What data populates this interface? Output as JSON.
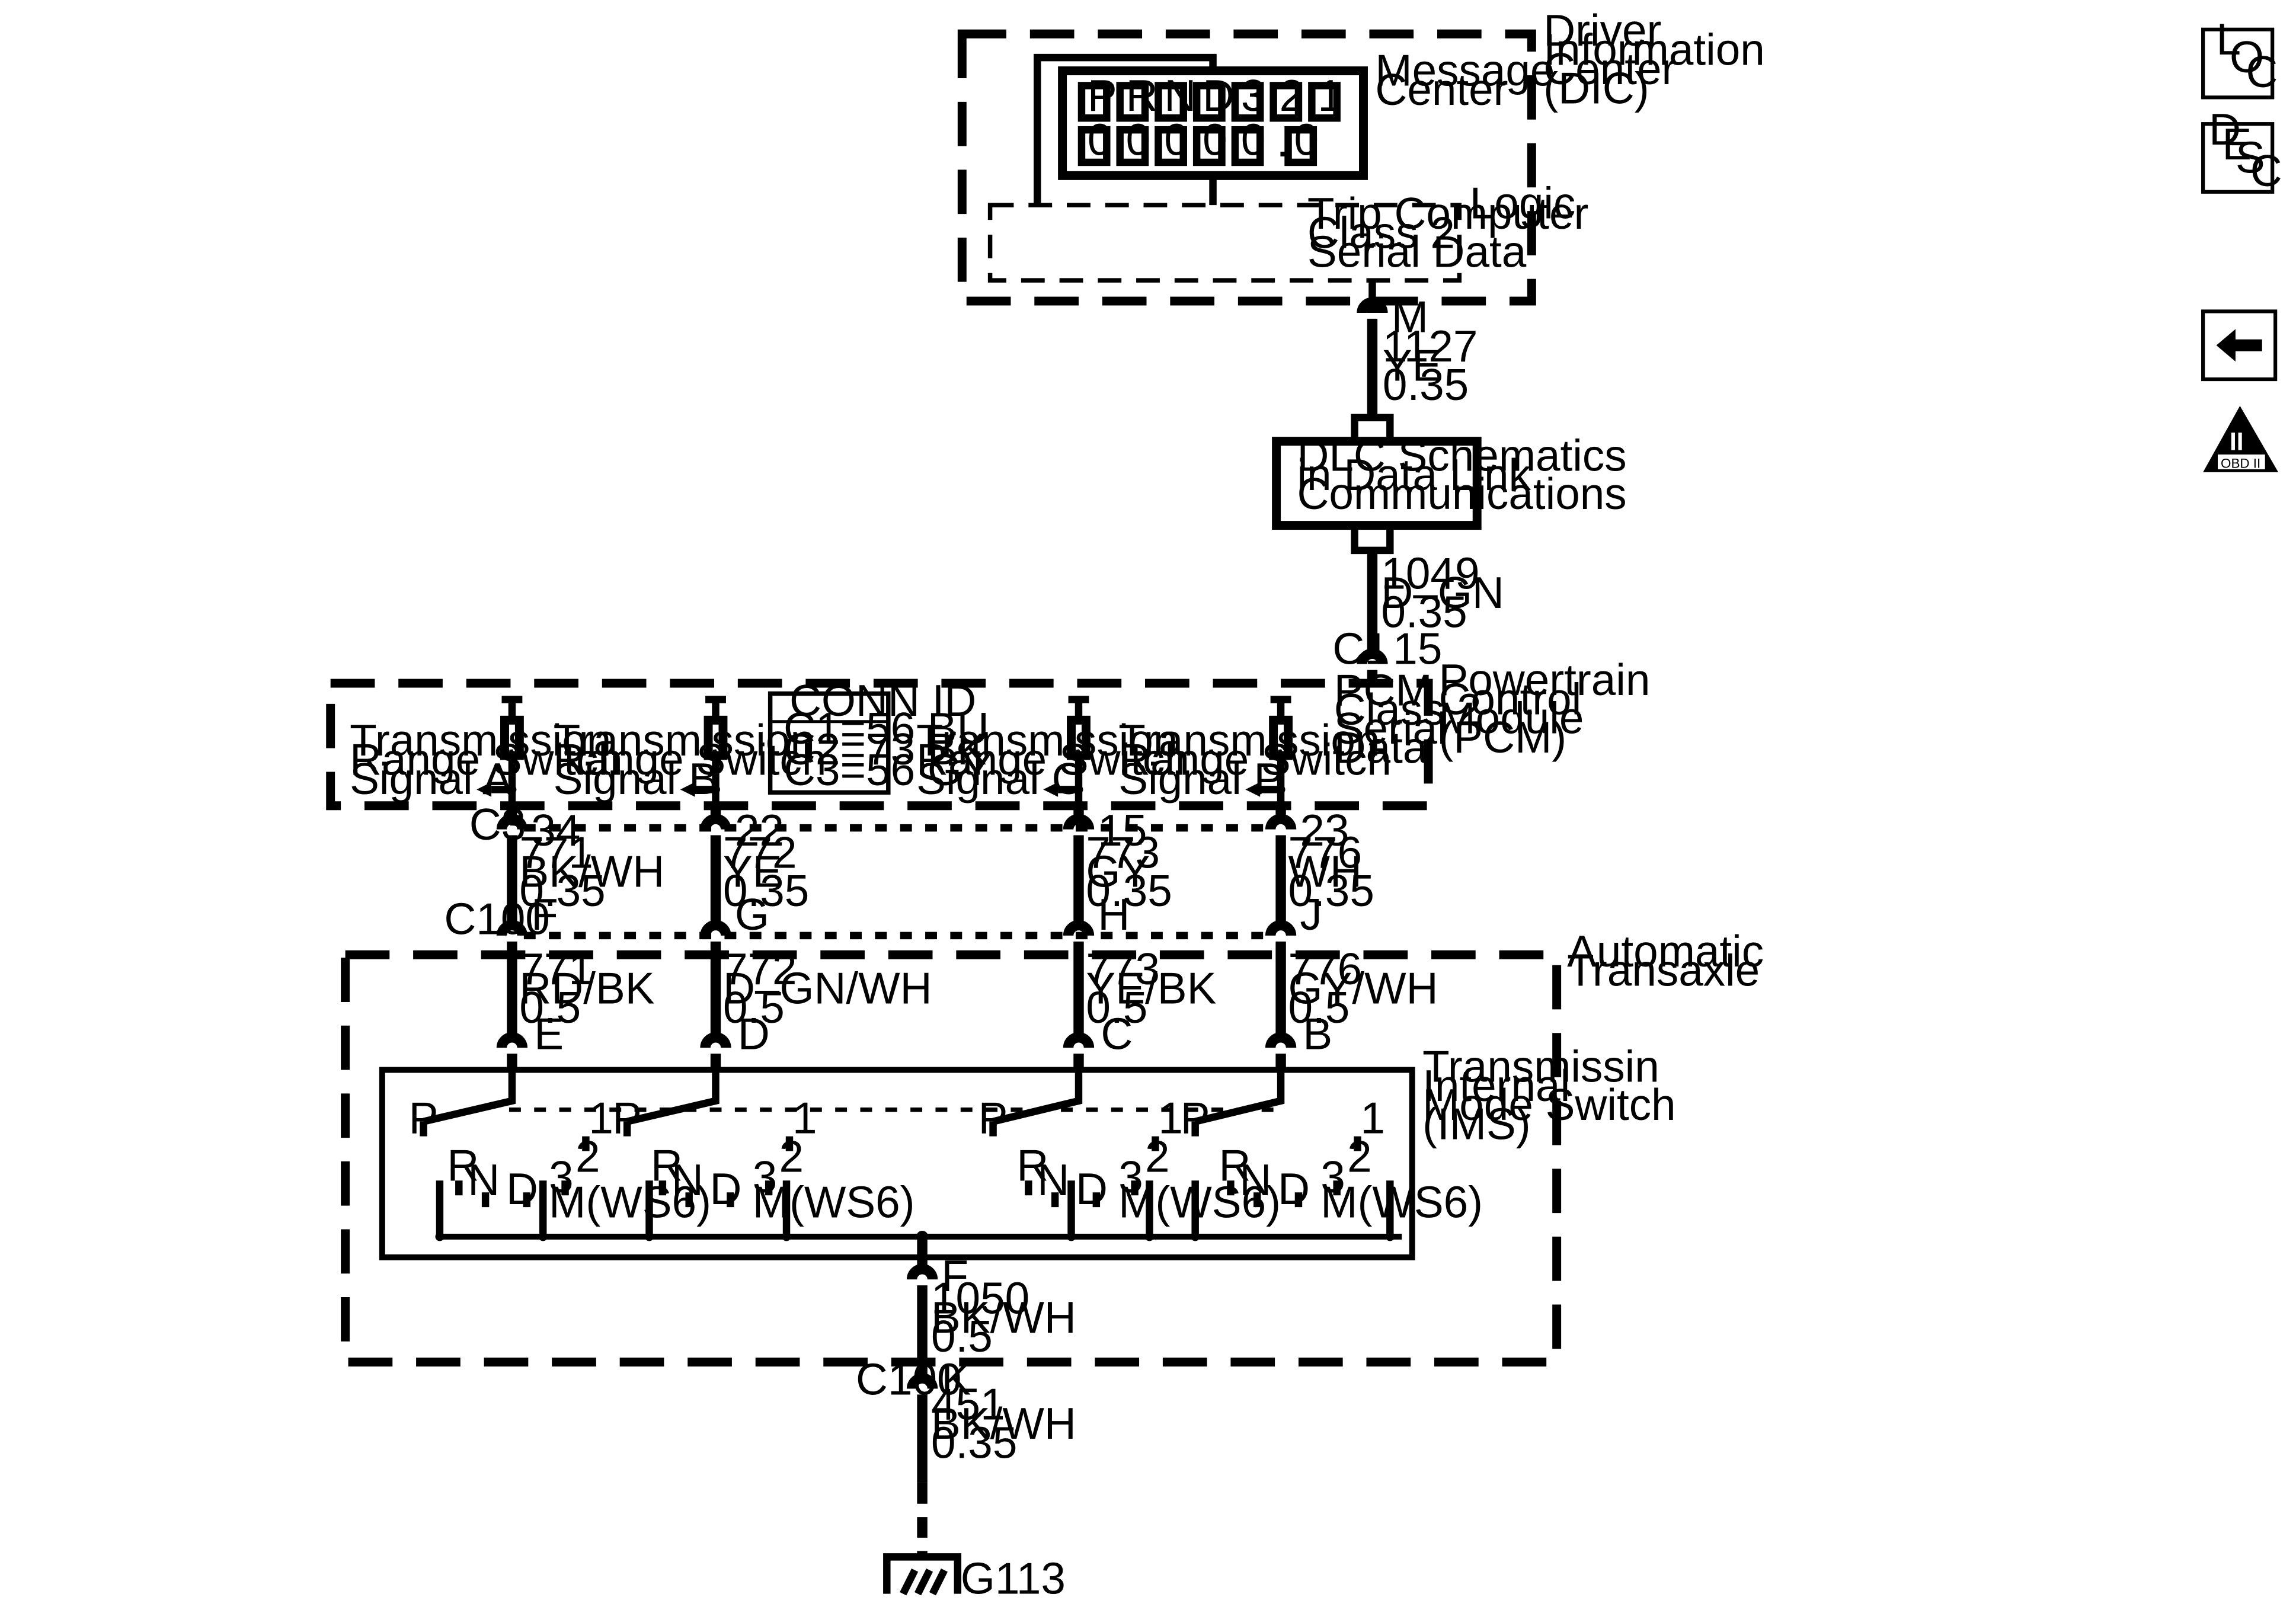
{
  "dic": {
    "title_lines": [
      "Driver",
      "Information",
      "Center",
      "(DIC)"
    ],
    "message_center_lines": [
      "Message",
      "Center"
    ],
    "prnd_chars": [
      "P",
      "R",
      "N",
      "D",
      "3",
      "2",
      "1"
    ],
    "odo_chars": [
      "0",
      "0",
      "0",
      "0",
      "0",
      "0"
    ],
    "odo_decimal": ".",
    "logic_label": "Logic",
    "trip_lines": [
      "Trip Computer",
      "Class 2",
      "Serial Data"
    ],
    "connector_pin": "M",
    "wire_lines": [
      "1127",
      "YE",
      "0.35"
    ]
  },
  "dlc": {
    "lines": [
      "DLC Schematics",
      "in Data Link",
      "Communications"
    ],
    "wire_lines": [
      "1049",
      "D–GN",
      "0.35"
    ],
    "connector": "C1",
    "pin": "15"
  },
  "pcm": {
    "title_lines": [
      "Powertrain",
      "Control",
      "Module",
      "(PCM)"
    ],
    "class2_lines": [
      "PCM",
      "Class 2",
      "Serial",
      "Data"
    ],
    "conn_id": {
      "header": "CONN ID",
      "lines": [
        "C1=56 BU",
        "C2=73 BK",
        "C3=56 GY"
      ]
    },
    "connector": "C3",
    "signals": [
      {
        "lines": [
          "Transmission",
          "Range Switch",
          "Signal A"
        ],
        "pin": "34",
        "wire": [
          "771",
          "BK/WH",
          "0.35"
        ],
        "c100_pin": "F"
      },
      {
        "lines": [
          "Transmission",
          "Range Switch",
          "Signal B"
        ],
        "pin": "22",
        "wire": [
          "772",
          "YE",
          "0.35"
        ],
        "c100_pin": "G"
      },
      {
        "lines": [
          "Transmission",
          "Range Switch",
          "Signal C"
        ],
        "pin": "15",
        "wire": [
          "773",
          "GY",
          "0.35"
        ],
        "c100_pin": "H"
      },
      {
        "lines": [
          "Transmission",
          "Range Switch",
          "Signal P"
        ],
        "pin": "23",
        "wire": [
          "776",
          "WH",
          "0.35"
        ],
        "c100_pin": "J"
      }
    ]
  },
  "c100": {
    "label": "C100"
  },
  "transaxle": {
    "title_lines": [
      "Automatic",
      "Transaxle"
    ],
    "wires": [
      {
        "lines": [
          "771",
          "RD/BK",
          "0.5"
        ],
        "pin": "E"
      },
      {
        "lines": [
          "772",
          "D–GN/WH",
          "0.5"
        ],
        "pin": "D"
      },
      {
        "lines": [
          "773",
          "YE/BK",
          "0.5"
        ],
        "pin": "C"
      },
      {
        "lines": [
          "776",
          "GY/WH",
          "0.5"
        ],
        "pin": "B"
      }
    ],
    "ims_lines": [
      "Transmissin",
      "Internal",
      "Mode Switch",
      "(IMS)"
    ],
    "positions": {
      "p": "P",
      "r": "R",
      "n": "N",
      "d": "D",
      "three": "3",
      "two": "2",
      "one": "1",
      "m": "M(WS6)"
    },
    "ground_pin": "F",
    "ground_wire": [
      "1050",
      "BK/WH",
      "0.5"
    ]
  },
  "ground": {
    "c100_pin": "K",
    "wire_lines": [
      "451",
      "BK/WH",
      "0.35"
    ],
    "label": "G113"
  },
  "nav": {
    "loc": {
      "l": "L",
      "o": "O",
      "c": "C"
    },
    "desc": {
      "d": "D",
      "e": "E",
      "s": "S",
      "c": "C"
    },
    "obd": {
      "roman": "II",
      "label": "OBD II"
    }
  }
}
